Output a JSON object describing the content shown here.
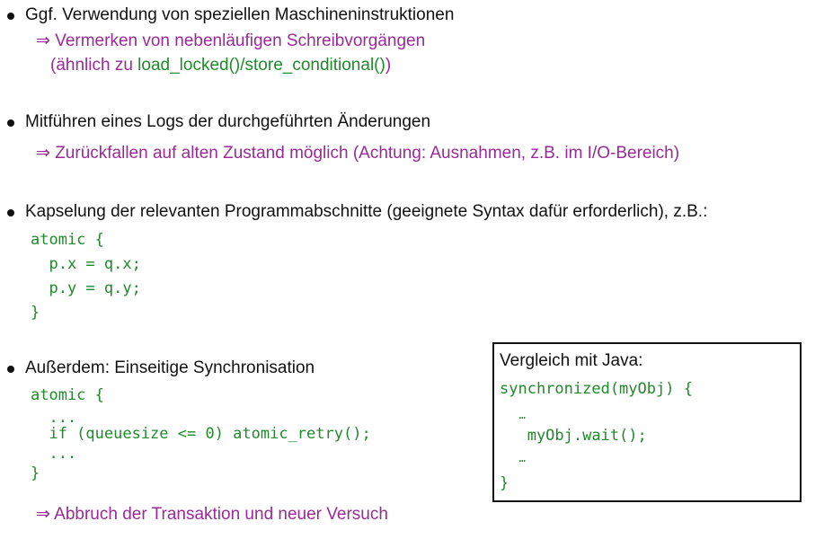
{
  "items": [
    {
      "text": "Ggf. Verwendung von speziellen Maschineninstruktionen",
      "sub1": "⇒ Vermerken von nebenläufigen Schreibvorgängen",
      "sub2a": "(ähnlich zu ",
      "sub2b": "load_locked()/store_conditional()",
      "sub2c": ")"
    },
    {
      "text": "Mitführen eines Logs der durchgeführten Änderungen",
      "sub1": "⇒ Zurückfallen auf alten Zustand möglich (Achtung: Ausnahmen, z.B. im I/O-Bereich)"
    },
    {
      "text": "Kapselung der relevanten Programmabschnitte (geeignete Syntax dafür erforderlich), z.B.:",
      "code": [
        "atomic {",
        "  p.x = q.x;",
        "  p.y = q.y;",
        "}"
      ]
    },
    {
      "text": "Außerdem:  Einseitige Synchronisation",
      "code": [
        "atomic {",
        "  ...",
        "  if (queuesize <= 0) atomic_retry();",
        "  ...",
        "}"
      ],
      "sub1": "⇒ Abbruch der Transaktion und neuer Versuch"
    }
  ],
  "java_box": {
    "title": "Vergleich mit Java:",
    "code": [
      "synchronized(myObj) {",
      "   …",
      "   myObj.wait();",
      "   …",
      "}"
    ]
  }
}
